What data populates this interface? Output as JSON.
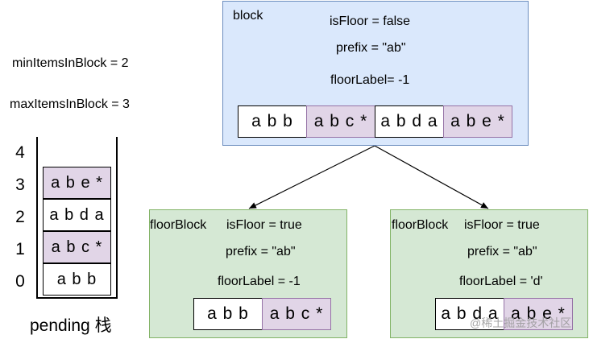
{
  "params": {
    "min_items": "minItemsInBlock = 2",
    "max_items": "maxItemsInBlock = 3"
  },
  "stack": {
    "indices": [
      "4",
      "3",
      "2",
      "1",
      "0"
    ],
    "cells": [
      "a b e *",
      "a b d a",
      "a b c *",
      "a b b"
    ],
    "caption": "pending 栈"
  },
  "block": {
    "title": "block",
    "is_floor": "isFloor = false",
    "prefix": "prefix = \"ab\"",
    "floor_label": "floorLabel= -1",
    "cells": [
      "a b b",
      "a b c *",
      "a b d a",
      "a b e *"
    ]
  },
  "floor_left": {
    "title": "floorBlock",
    "is_floor": "isFloor = true",
    "prefix": "prefix = \"ab\"",
    "floor_label": "floorLabel = -1",
    "cells": [
      "a b b",
      "a b c *"
    ]
  },
  "floor_right": {
    "title": "floorBlock",
    "is_floor": "isFloor = true",
    "prefix": "prefix = \"ab\"",
    "floor_label": "floorLabel = 'd'",
    "cells": [
      "a b d a",
      "a b e *"
    ]
  },
  "watermark": "@稀土掘金技术社区",
  "colors": {
    "block_fill": "#dae8fc",
    "block_stroke": "#6c8ebf",
    "floor_fill": "#d5e8d4",
    "floor_stroke": "#82b366",
    "cell_purple": "#e1d5e7"
  }
}
